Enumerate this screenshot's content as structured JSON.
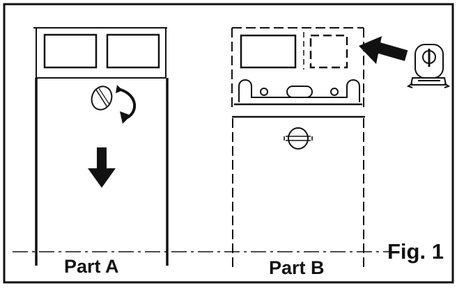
{
  "figure": {
    "label": "Fig. 1"
  },
  "parts": [
    {
      "label": "Part A"
    },
    {
      "label": "Part B"
    }
  ],
  "colors": {
    "ink": "#111111",
    "paper": "#ffffff"
  }
}
